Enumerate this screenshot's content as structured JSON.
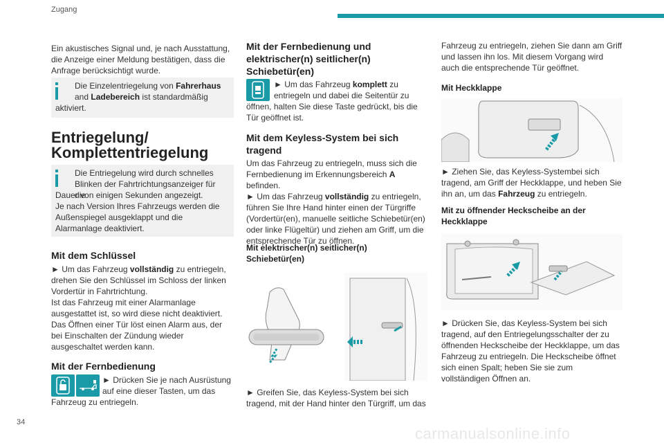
{
  "header": {
    "section": "Zugang"
  },
  "page_number": "34",
  "watermark": "carmanualsonline.info",
  "col1": {
    "intro": "Ein akustisches Signal und, je nach Ausstattung, die Anzeige einer Meldung bestätigen, dass die Anfrage berücksichtigt wurde.",
    "info1_a": "Die Einzelentriegelung von ",
    "info1_b": "Fahrerhaus",
    "info1_c": " and ",
    "info1_d": "Ladebereich",
    "info1_e": " ist standardmäßig aktiviert.",
    "title_line1": "Entriegelung/",
    "title_line2": "Komplettentriegelung",
    "info2_l1": "Die Entriegelung wird durch schnelles Blinken der Fahrtrichtungsanzeiger für die Dauer von einigen Sekunden angezeigt.",
    "info2_l2": "Je nach Version Ihres Fahrzeugs werden die Außenspiegel ausgeklappt und die Alarmanlage deaktiviert.",
    "key_heading": "Mit dem Schlüssel",
    "key_p1_a": "► Um das Fahrzeug ",
    "key_p1_b": "vollständig",
    "key_p1_c": " zu entriegeln, drehen Sie den Schlüssel im Schloss der linken Vordertür in Fahrtrichtung.",
    "key_p2": "Ist das Fahrzeug mit einer Alarmanlage ausgestattet ist, so wird diese nicht deaktiviert. Das Öffnen einer Tür löst einen Alarm aus, der bei Einschalten der Zündung wieder ausgeschaltet werden kann.",
    "remote_heading": "Mit der Fernbedienung",
    "remote_text": "► Drücken Sie je nach Ausrüstung auf eine dieser Tasten, um das Fahrzeug zu entriegeln."
  },
  "col2": {
    "heading": "Mit der Fernbedienung und elektrischer(n) seitlicher(n) Schiebetür(en)",
    "p1_a": "► Um das Fahrzeug ",
    "p1_b": "komplett",
    "p1_c": " zu entriegeln und dabei die Seitentür zu öffnen, halten Sie diese Taste gedrückt, bis die Tür geöffnet ist.",
    "keyless_heading": "Mit dem Keyless-System bei sich tragend",
    "k1_a": "Um das Fahrzeug zu entriegeln, muss sich die Fernbedienung im Erkennungsbereich ",
    "k1_b": "A",
    "k1_c": " befinden.",
    "k2_a": "► Um das Fahrzeug ",
    "k2_b": "vollständig",
    "k2_c": " zu entriegeln, führen Sie Ihre Hand hinter einen der Türgriffe (Vordertür(en), manuelle seitliche Schiebetür(en) oder linke Flügeltür) und ziehen am Griff, um die entsprechende Tür zu öffnen.",
    "sub_heading": "Mit elektrischer(n) seitlicher(n) Schiebetür(en)",
    "bottom": "► Greifen Sie, das Keyless-System bei sich tragend, mit der Hand hinter den Türgriff, um das"
  },
  "col3": {
    "top": "Fahrzeug zu entriegeln, ziehen Sie dann am Griff und lassen ihn los. Mit diesem Vorgang wird auch die entsprechende Tür geöffnet.",
    "heck_heading": "Mit Heckklappe",
    "heck_a": "► Ziehen Sie, das Keyless-Systembei sich tragend, am Griff der Heckklappe, und heben Sie ihn an, um das ",
    "heck_b": "Fahrzeug",
    "heck_c": " zu entriegeln.",
    "scheibe_heading": "Mit zu öffnender Heckscheibe an der Heckklappe",
    "scheibe_text": "► Drücken Sie, das Keyless-System bei sich tragend, auf den Entriegelungsschalter der zu öffnenden Heckscheibe der Heckklappe, um das Fahrzeug zu entriegeln. Die Heckscheibe öffnet sich einen Spalt; heben Sie sie zum vollständigen Öffnen an."
  },
  "colors": {
    "accent": "#1a9aa6",
    "info_bg": "#f0f0f0"
  }
}
